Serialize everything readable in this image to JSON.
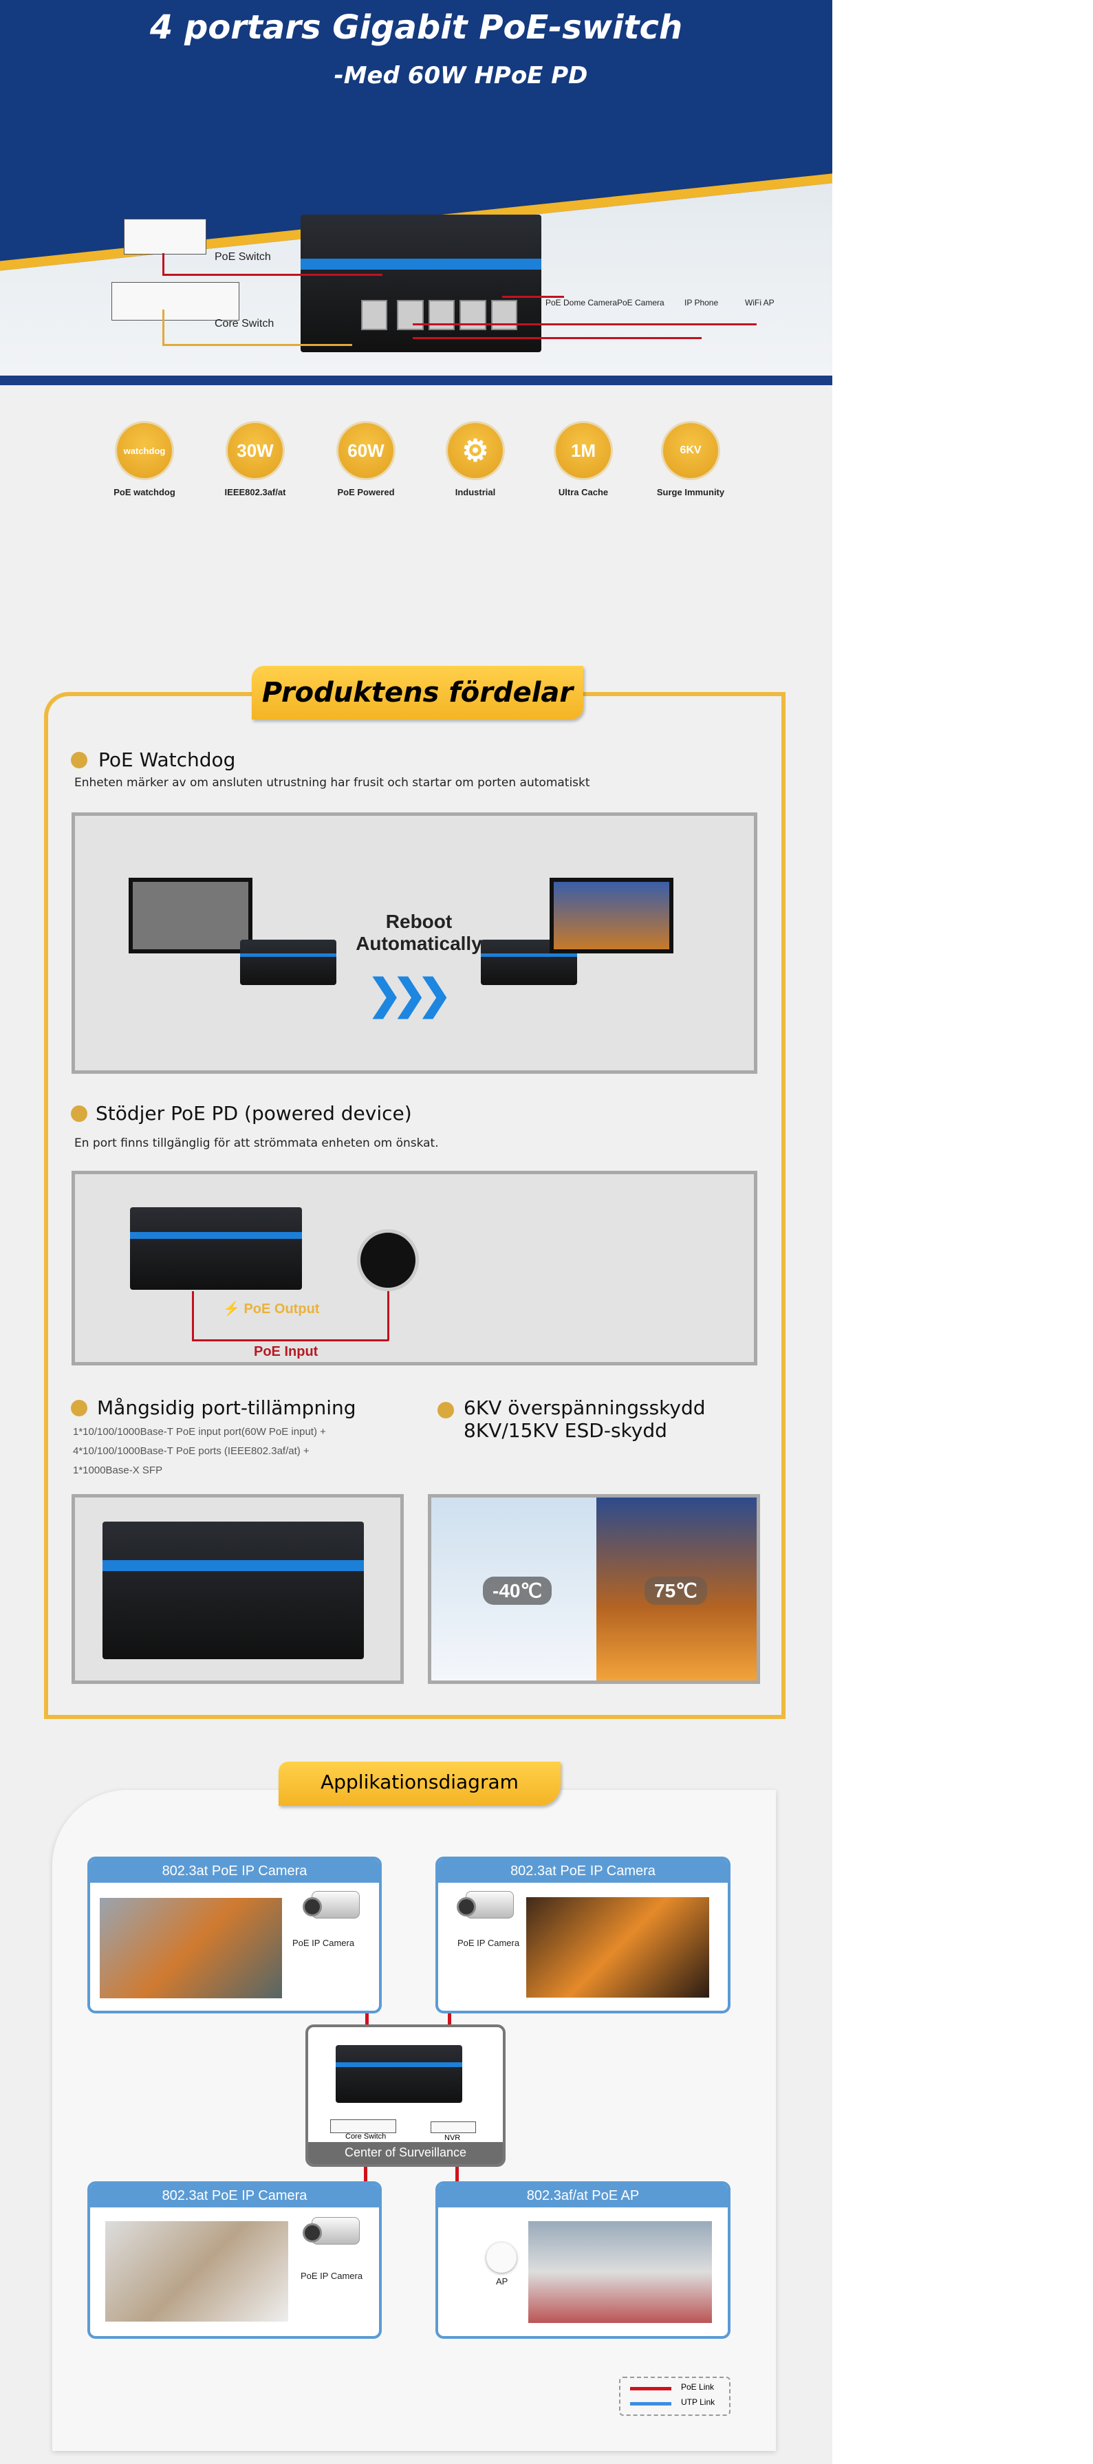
{
  "hero": {
    "title": "4 portars  Gigabit PoE-switch",
    "subtitle": "-Med 60W HPoE PD",
    "labels": {
      "poe_switch": "PoE Switch",
      "core_switch": "Core Switch",
      "dome_camera": "PoE Dome Camera",
      "poe_camera": "PoE Camera",
      "ip_phone": "IP Phone",
      "wifi_ap": "WiFi AP"
    }
  },
  "features": [
    {
      "icon": "watchdog-icon",
      "icon_text": "watchdog",
      "label": "PoE watchdog"
    },
    {
      "icon": "30w-icon",
      "icon_text": "30W",
      "label": "IEEE802.3af/at"
    },
    {
      "icon": "60w-icon",
      "icon_text": "60W",
      "label": "PoE Powered"
    },
    {
      "icon": "gears-icon",
      "icon_text": "⚙",
      "label": "Industrial"
    },
    {
      "icon": "cache-icon",
      "icon_text": "1M",
      "label": "Ultra Cache"
    },
    {
      "icon": "surge-icon",
      "icon_text": "6KV",
      "label": "Surge Immunity"
    }
  ],
  "advantages": {
    "title": "Produktens fördelar",
    "watchdog": {
      "heading": "PoE Watchdog",
      "desc": "Enheten märker av om ansluten utrustning har frusit och startar om porten automatiskt",
      "reboot_line1": "Reboot",
      "reboot_line2": "Automatically"
    },
    "pd": {
      "heading": "Stödjer PoE PD (powered device)",
      "desc": "En port finns tillgänglig för att strömmata enheten om önskat.",
      "output": "⚡ PoE Output",
      "input": "PoE Input"
    },
    "ports": {
      "heading": "Mångsidig port-tillämpning",
      "specs": [
        "1*10/100/1000Base-T PoE input port(60W PoE input) +",
        "4*10/100/1000Base-T PoE ports (IEEE802.3af/at) +",
        "1*1000Base-X SFP"
      ]
    },
    "surge": {
      "line1": "6KV överspänningsskydd",
      "line2": "8KV/15KV ESD-skydd",
      "cold": "-40℃",
      "hot": "75℃"
    }
  },
  "application": {
    "title": "Applikationsdiagram",
    "boxes": [
      {
        "header": "802.3at PoE IP Camera",
        "device": "PoE IP Camera"
      },
      {
        "header": "802.3at PoE IP Camera",
        "device": "PoE IP Camera"
      },
      {
        "header": "802.3at PoE IP Camera",
        "device": "PoE IP Camera"
      },
      {
        "header": "802.3af/at PoE AP",
        "device": "AP"
      }
    ],
    "center": {
      "label": "Center of Surveillance",
      "core_switch": "Core Switch",
      "nvr": "NVR"
    },
    "legend": {
      "poe": "PoE Link",
      "utp": "UTP Link"
    },
    "colors": {
      "poe": "#d0121b",
      "utp": "#3b8ee0"
    }
  }
}
